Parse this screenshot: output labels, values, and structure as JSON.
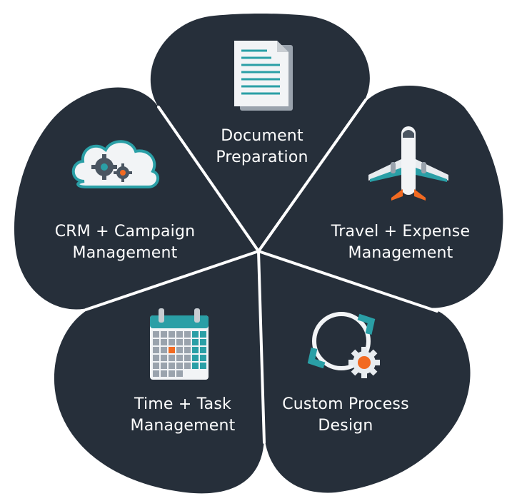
{
  "colors": {
    "petal": "#262f3a",
    "divider": "#ffffff",
    "teal": "#2a9fa6",
    "orange": "#f26a21",
    "gray": "#4a5561"
  },
  "petals": [
    {
      "id": "document",
      "icon": "document-icon",
      "line1": "Document",
      "line2": "Preparation"
    },
    {
      "id": "travel",
      "icon": "airplane-icon",
      "line1": "Travel + Expense",
      "line2": "Management"
    },
    {
      "id": "process",
      "icon": "process-cycle-icon",
      "line1": "Custom Process",
      "line2": "Design"
    },
    {
      "id": "time",
      "icon": "calendar-icon",
      "line1": "Time + Task",
      "line2": "Management"
    },
    {
      "id": "crm",
      "icon": "cloud-gears-icon",
      "line1": "CRM + Campaign",
      "line2": "Management"
    }
  ]
}
